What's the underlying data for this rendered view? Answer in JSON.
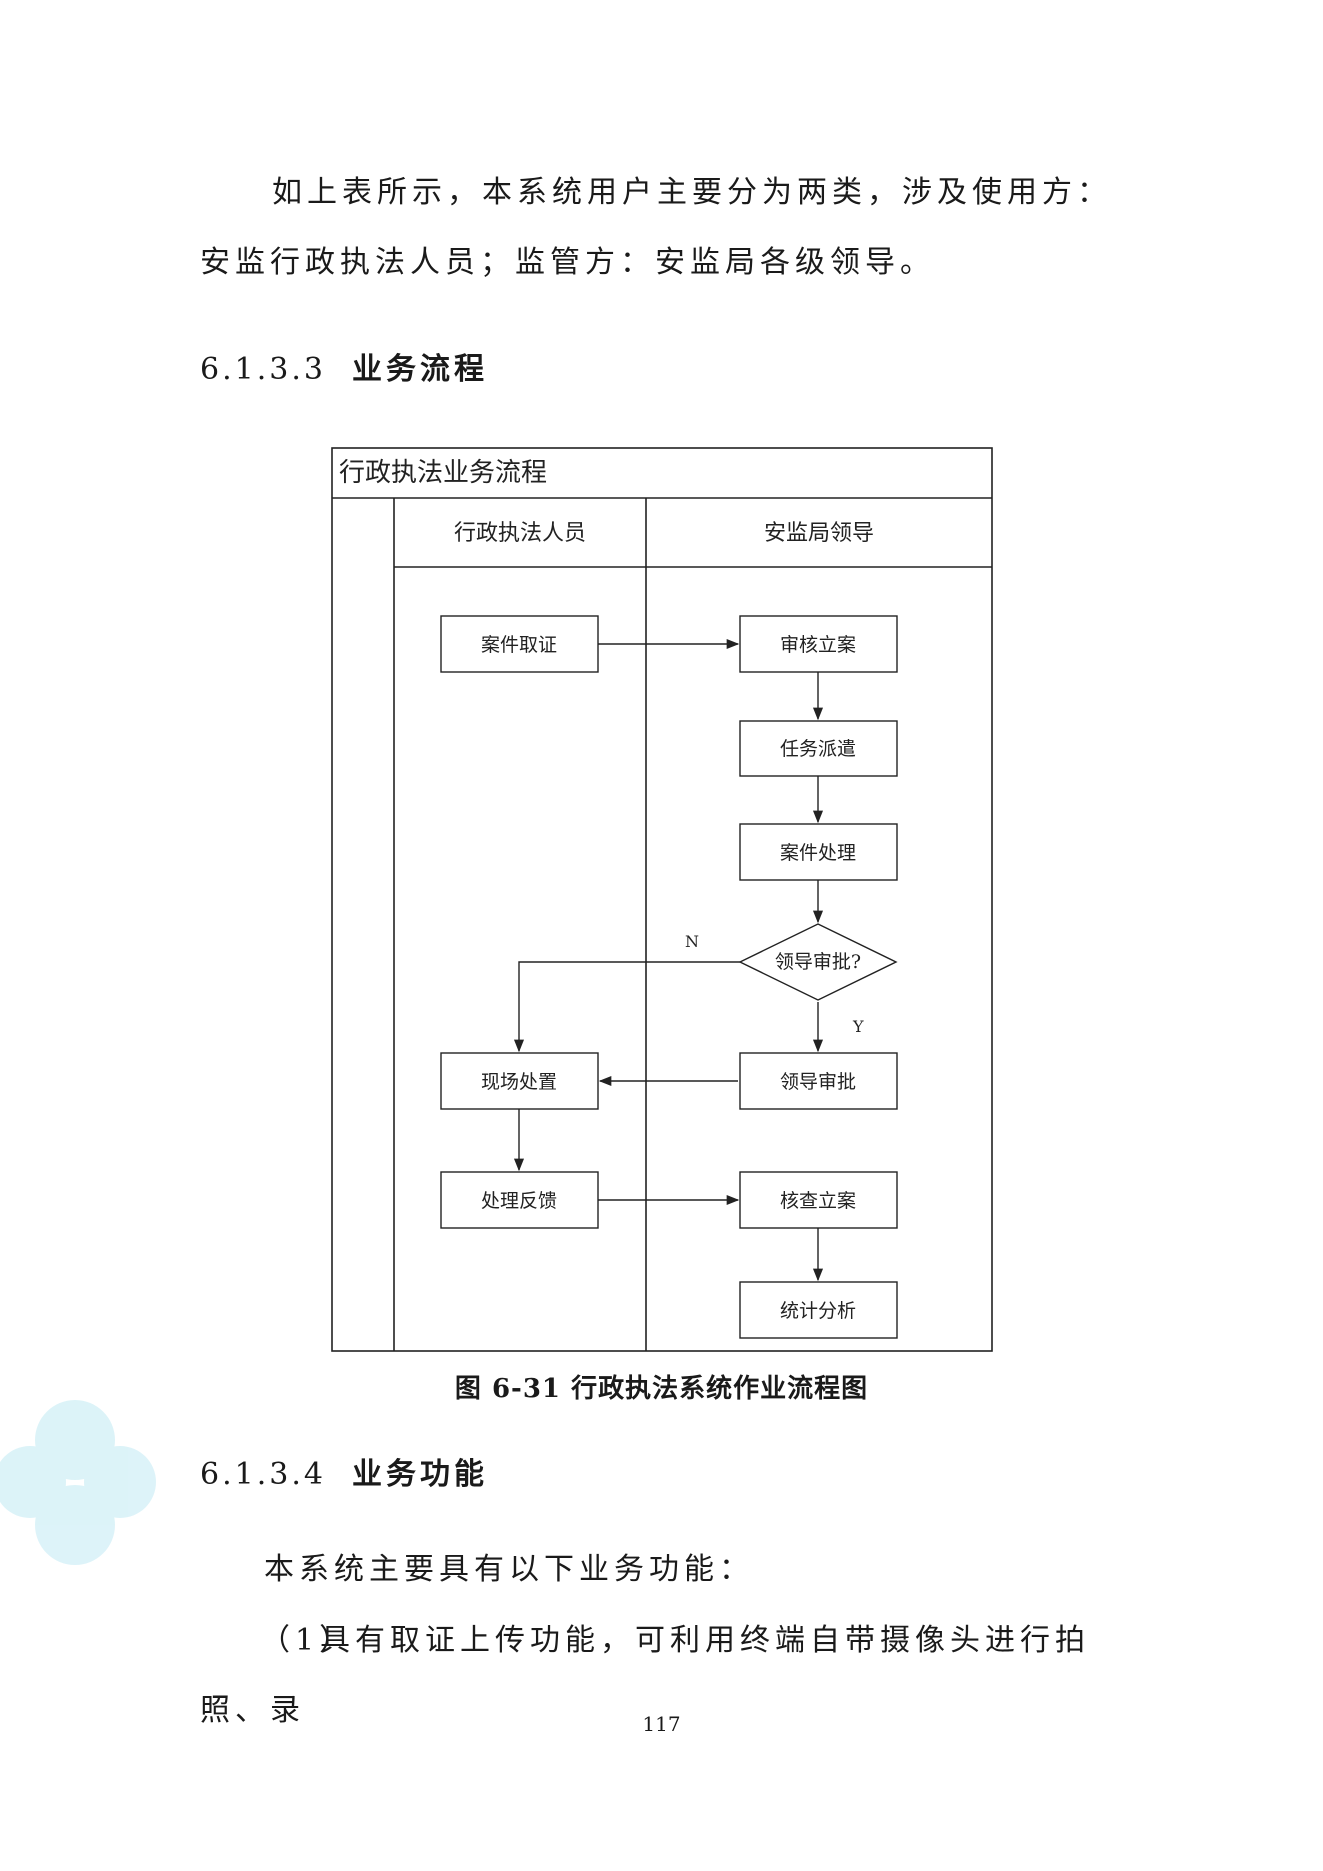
{
  "paragraphs": {
    "intro": "如上表所示，本系统用户主要分为两类，涉及使用方：安监行政执法人员；监管方：安监局各级领导。",
    "functions_intro": "本系统主要具有以下业务功能：",
    "item1_num": "（1）",
    "item1_text": "具有取证上传功能，可利用终端自带摄像头进行拍照、录"
  },
  "sections": {
    "s3_num": "6.1.3.3",
    "s3_title": "业务流程",
    "s4_num": "6.1.3.4",
    "s4_title": "业务功能"
  },
  "flowchart": {
    "title": "行政执法业务流程",
    "lane_left": "行政执法人员",
    "lane_right": "安监局领导",
    "nodes": {
      "n1": "案件取证",
      "n2": "审核立案",
      "n3": "任务派遣",
      "n4": "案件处理",
      "n5": "领导审批?",
      "n6": "领导审批",
      "n7": "现场处置",
      "n8": "处理反馈",
      "n9": "核查立案",
      "n10": "统计分析"
    },
    "label_no": "N",
    "label_yes": "Y"
  },
  "caption": "图 6-31 行政执法系统作业流程图",
  "page_number": "117",
  "colors": {
    "line": "#222222",
    "watermark_green": "#eaf6c8",
    "watermark_cyan": "#d9f2f8",
    "watermark_gray": "#dcdcdc"
  }
}
